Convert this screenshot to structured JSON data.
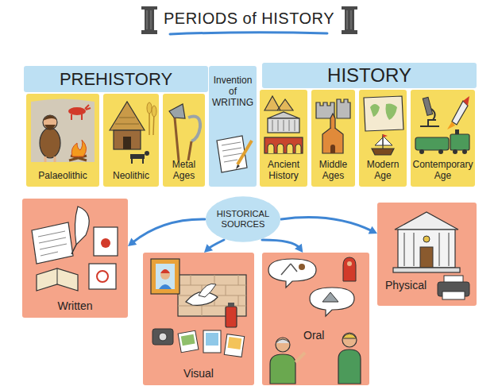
{
  "diagram": {
    "title": "PERIODS of HISTORY",
    "nodes": [
      {
        "text": [
          "PREHISTORY"
        ]
      },
      {
        "text": [
          "Invention of WRITING"
        ]
      },
      {
        "text": [
          "HISTORY"
        ]
      },
      {
        "text": [
          "Palaeolithic"
        ]
      },
      {
        "text": [
          "Neolithic"
        ]
      },
      {
        "text": [
          "Metal Ages"
        ]
      },
      {
        "text": [
          "Ancient History"
        ]
      },
      {
        "text": [
          "Middle Ages"
        ]
      },
      {
        "text": [
          "Modern Age"
        ]
      },
      {
        "text": [
          "Contemporary Age"
        ]
      },
      {
        "text": [
          "HISTORICAL SOURCES"
        ]
      },
      {
        "text": [
          "Written"
        ]
      },
      {
        "text": [
          "Visual"
        ]
      },
      {
        "text": [
          "Oral"
        ]
      },
      {
        "text": [
          "Physical"
        ]
      }
    ],
    "edges": [
      {
        "from": 10,
        "to": 11,
        "arrow": "to"
      },
      {
        "from": 10,
        "to": 12,
        "arrow": "to"
      },
      {
        "from": 10,
        "to": 13,
        "arrow": "to"
      },
      {
        "from": 10,
        "to": 14,
        "arrow": "to"
      }
    ]
  }
}
